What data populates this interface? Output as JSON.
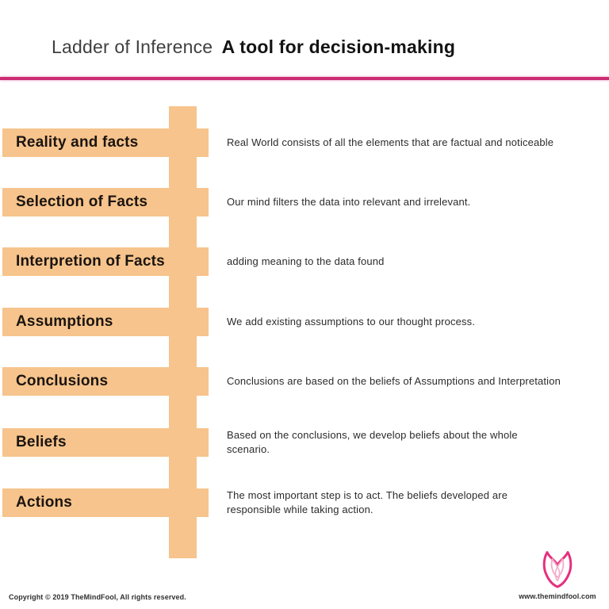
{
  "header": {
    "title_light": "Ladder of Inference",
    "title_bold": "A tool for decision-making"
  },
  "ladder": {
    "rungs": [
      {
        "label": "Reality and facts",
        "description": "Real World consists of all the elements that are factual and noticeable"
      },
      {
        "label": "Selection of Facts",
        "description": "Our mind filters the data into relevant and irrelevant."
      },
      {
        "label": "Interpretion of Facts",
        "description": "adding meaning to the data found"
      },
      {
        "label": "Assumptions",
        "description": "We add existing assumptions to our thought process."
      },
      {
        "label": "Conclusions",
        "description": "Conclusions are based on the beliefs of Assumptions and Interpretation"
      },
      {
        "label": "Beliefs",
        "description": "Based on the conclusions, we develop beliefs about the whole scenario."
      },
      {
        "label": "Actions",
        "description": "The most important step is to act. The beliefs developed are responsible while taking action."
      }
    ]
  },
  "footer": {
    "copyright": "Copyright © 2019 TheMindFool, All rights reserved.",
    "website": "www.themindfool.com",
    "logo": "tulip-icon"
  },
  "colors": {
    "rung_fill": "#f6c48c",
    "divider": "#cc2d72",
    "logo_primary": "#e5307e",
    "logo_secondary": "#f2abc9"
  }
}
